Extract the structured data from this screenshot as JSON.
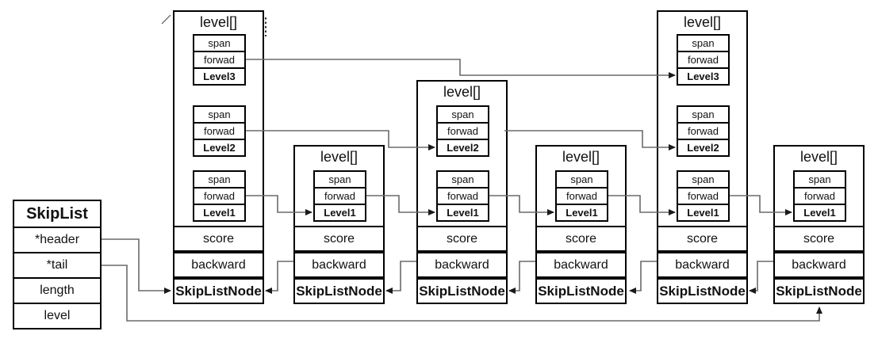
{
  "skiplist": {
    "title": "SkipList",
    "fields": [
      {
        "label": "*header"
      },
      {
        "label": "*tail"
      },
      {
        "label": "length"
      },
      {
        "label": "level"
      }
    ]
  },
  "labels": {
    "levels_title": "level[]",
    "span": "span",
    "forward": "forwad",
    "score": "score",
    "backward": "backward",
    "node_title": "SkipListNode"
  },
  "nodes": [
    {
      "name": "header-node",
      "levels": [
        "Level3",
        "Level2",
        "Level1"
      ]
    },
    {
      "name": "node-2",
      "levels": [
        "Level1"
      ]
    },
    {
      "name": "node-3",
      "levels": [
        "Level2",
        "Level1"
      ]
    },
    {
      "name": "node-4",
      "levels": [
        "Level1"
      ]
    },
    {
      "name": "node-5",
      "levels": [
        "Level3",
        "Level2",
        "Level1"
      ]
    },
    {
      "name": "node-6",
      "levels": [
        "Level1"
      ]
    }
  ],
  "edges": [
    {
      "from": "SkipList.*header",
      "to": "header-node.SkipListNode"
    },
    {
      "from": "SkipList.*tail",
      "to": "node-6.SkipListNode"
    },
    {
      "from": "header-node.Level3.forwad",
      "to": "node-5.Level3"
    },
    {
      "from": "header-node.Level2.forwad",
      "to": "node-3.Level2"
    },
    {
      "from": "header-node.Level1.forwad",
      "to": "node-2.Level1"
    },
    {
      "from": "node-2.Level1.forwad",
      "to": "node-3.Level1"
    },
    {
      "from": "node-3.Level2.forwad",
      "to": "node-5.Level2"
    },
    {
      "from": "node-3.Level1.forwad",
      "to": "node-4.Level1"
    },
    {
      "from": "node-4.Level1.forwad",
      "to": "node-5.Level1"
    },
    {
      "from": "node-5.Level1.forwad",
      "to": "node-6.Level1"
    },
    {
      "from": "node-2.backward",
      "to": "header-node.SkipListNode"
    },
    {
      "from": "node-3.backward",
      "to": "node-2.SkipListNode"
    },
    {
      "from": "node-4.backward",
      "to": "node-3.SkipListNode"
    },
    {
      "from": "node-5.backward",
      "to": "node-4.SkipListNode"
    },
    {
      "from": "node-6.backward",
      "to": "node-5.SkipListNode"
    }
  ],
  "colors": {
    "border": "#000000",
    "connector": "#6a6a6a",
    "arrowhead": "#1a1a1a",
    "background": "#ffffff"
  }
}
